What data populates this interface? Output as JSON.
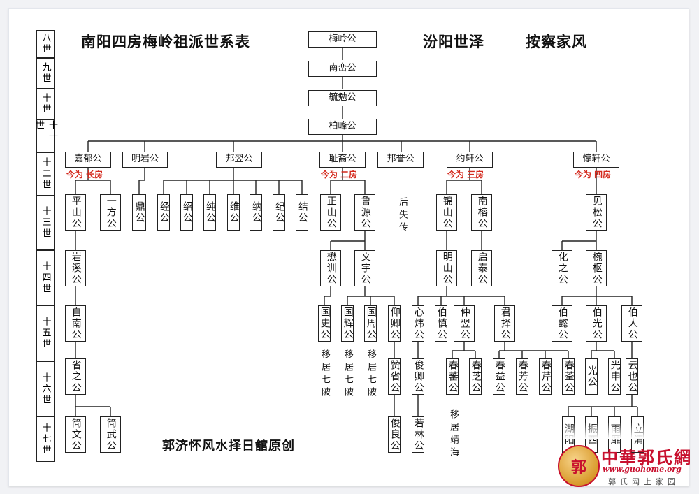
{
  "titles": {
    "main": "南阳四房梅岭祖派世系表",
    "motto_left": "汾阳世泽",
    "motto_right": "按察家风",
    "credit": "郭济怀风水择日舘原创"
  },
  "generations": [
    "八世",
    "九世",
    "十世",
    "十一世",
    "十二世",
    "十三世",
    "十四世",
    "十五世",
    "十六世",
    "十七世"
  ],
  "branch_notes": {
    "jiayu": "今为 长房",
    "zhishang": "今为 二房",
    "yuexuan": "今为 三房",
    "chunxuan": "今为 四房",
    "lost": "后失传",
    "moved_qiling_1": "移居七陂",
    "moved_qiling_2": "移居七陂",
    "moved_qiling_3": "移居七陂",
    "moved_jinghai": "移居靖海"
  },
  "people": {
    "meiling": "梅岭公",
    "nanluan": "南峦公",
    "yumian": "毓勉公",
    "bofeng": "柏峰公",
    "jiayu": "嘉郁公",
    "mingyan": "明岩公",
    "bangyi": "邦翌公",
    "zhishang": "耻裔公",
    "bangyu": "邦誉公",
    "yuexuan": "约轩公",
    "chunxuan": "惇轩公",
    "pingshan": "平山公",
    "yifang": "一方公",
    "ding": "鼎公",
    "jing": "经公",
    "shao": "绍公",
    "chun": "纯公",
    "wei": "维公",
    "na": "纳公",
    "ji": "纪公",
    "jie": "结公",
    "zhengshan": "正山公",
    "luyuan": "鲁源公",
    "jinshan": "锦山公",
    "nanrong": "南榕公",
    "jiansong": "见松公",
    "yanxi": "岩溪公",
    "maoxun": "懋训公",
    "wenyu": "文宇公",
    "mingshan": "明山公",
    "qitai": "启泰公",
    "huazhi": "化之公",
    "wanshu": "椀枢公",
    "zinan": "自南公",
    "guoshi": "国史公",
    "guohui": "国辉公",
    "guozhou": "国周公",
    "yangqing": "仰卿公",
    "xinwei": "心炜公",
    "boshen": "伯慎公",
    "zhongyi": "仲翌公",
    "junze": "君择公",
    "boyi": "伯懿公",
    "boguang": "伯光公",
    "boren": "伯人公",
    "shengzhi": "省之公",
    "zansheng": "赞省公",
    "junqing": "俊卿公",
    "chunfan": "春蕃公",
    "chunzhi": "春芝公",
    "chunyi": "春益公",
    "chunfang": "春芳公",
    "chunqin": "春芹公",
    "chunquan": "春荃公",
    "guang": "光公",
    "guangshen": "光申公",
    "yunye": "云也公",
    "jianwen": "简文公",
    "jianwu": "简武公",
    "junliang": "俊良公",
    "ruolin": "若林公",
    "huyang": "湖阳",
    "zhenxi": "振西",
    "yumi": "雨靡",
    "liqing": "立清"
  },
  "logo": {
    "seal_char": "郭",
    "name": "中華郭氏網",
    "url": "www.guohome.org",
    "subtitle": "郭氏网上家园"
  }
}
